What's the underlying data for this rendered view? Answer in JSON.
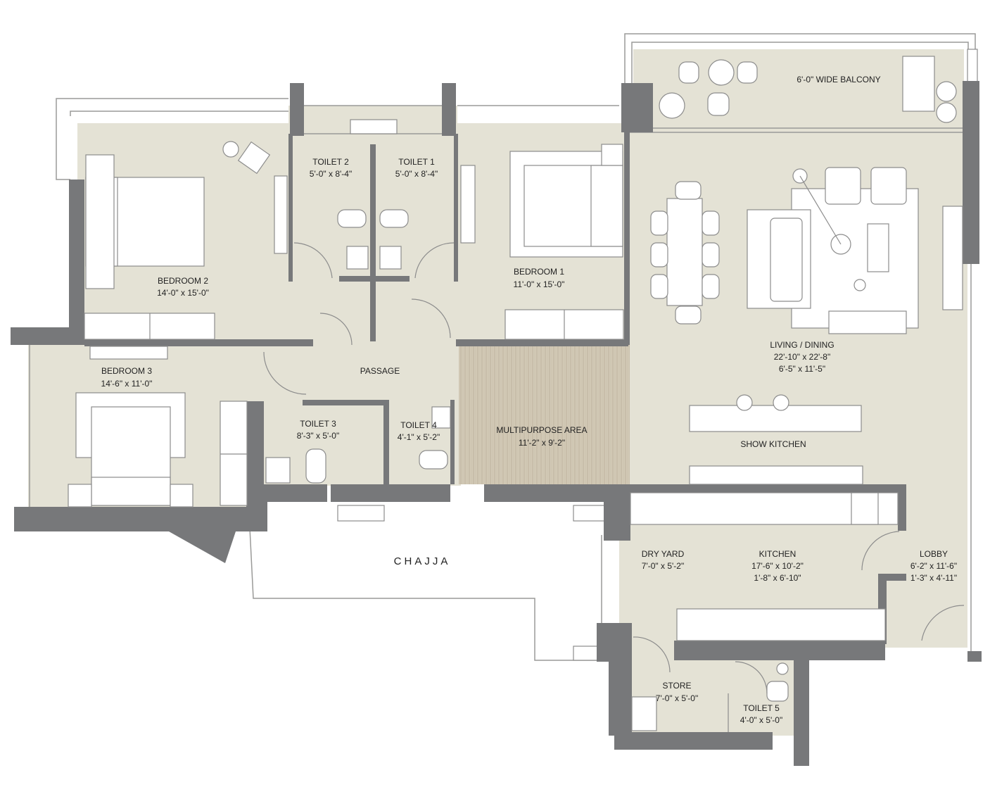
{
  "rooms": {
    "balcony": {
      "name": "6'-0\" WIDE BALCONY"
    },
    "toilet2": {
      "name": "TOILET 2",
      "dim1": "5'-0\" x 8'-4\""
    },
    "toilet1": {
      "name": "TOILET 1",
      "dim1": "5'-0\" x 8'-4\""
    },
    "bedroom2": {
      "name": "BEDROOM 2",
      "dim1": "14'-0\" x 15'-0\""
    },
    "bedroom1": {
      "name": "BEDROOM 1",
      "dim1": "11'-0\"  x 15'-0\""
    },
    "living": {
      "name": "LIVING / DINING",
      "dim1": "22'-10\" x 22'-8\"",
      "dim2": "6'-5\" x 11'-5\""
    },
    "bedroom3": {
      "name": "BEDROOM 3",
      "dim1": "14'-6\" x 11'-0\""
    },
    "passage": {
      "name": "PASSAGE"
    },
    "toilet3": {
      "name": "TOILET 3",
      "dim1": "8'-3\" x 5'-0\""
    },
    "toilet4": {
      "name": "TOILET 4",
      "dim1": "4'-1\" x 5'-2\""
    },
    "multipurpose": {
      "name": "MULTIPURPOSE AREA",
      "dim1": "11'-2\" x 9'-2\""
    },
    "showkitchen": {
      "name": "SHOW KITCHEN"
    },
    "chajja": {
      "name": "CHAJJA"
    },
    "dryyard": {
      "name": "DRY YARD",
      "dim1": "7'-0\" x 5'-2\""
    },
    "kitchen": {
      "name": "KITCHEN",
      "dim1": "17'-6\" x 10'-2\"",
      "dim2": "1'-8\" x 6'-10\""
    },
    "lobby": {
      "name": "LOBBY",
      "dim1": "6'-2\" x 11'-6\"",
      "dim2": "1'-3\" x 4'-11\""
    },
    "store": {
      "name": "STORE",
      "dim1": "7'-0\" x 5'-0\""
    },
    "toilet5": {
      "name": "TOILET 5",
      "dim1": "4'-0\" x 5'-0\""
    }
  },
  "colors": {
    "floor": "#e4e2d5",
    "wall": "#77787a",
    "wood": "#d2c9b6",
    "furniture": "#ffffff",
    "outline": "#8c8c8c"
  }
}
